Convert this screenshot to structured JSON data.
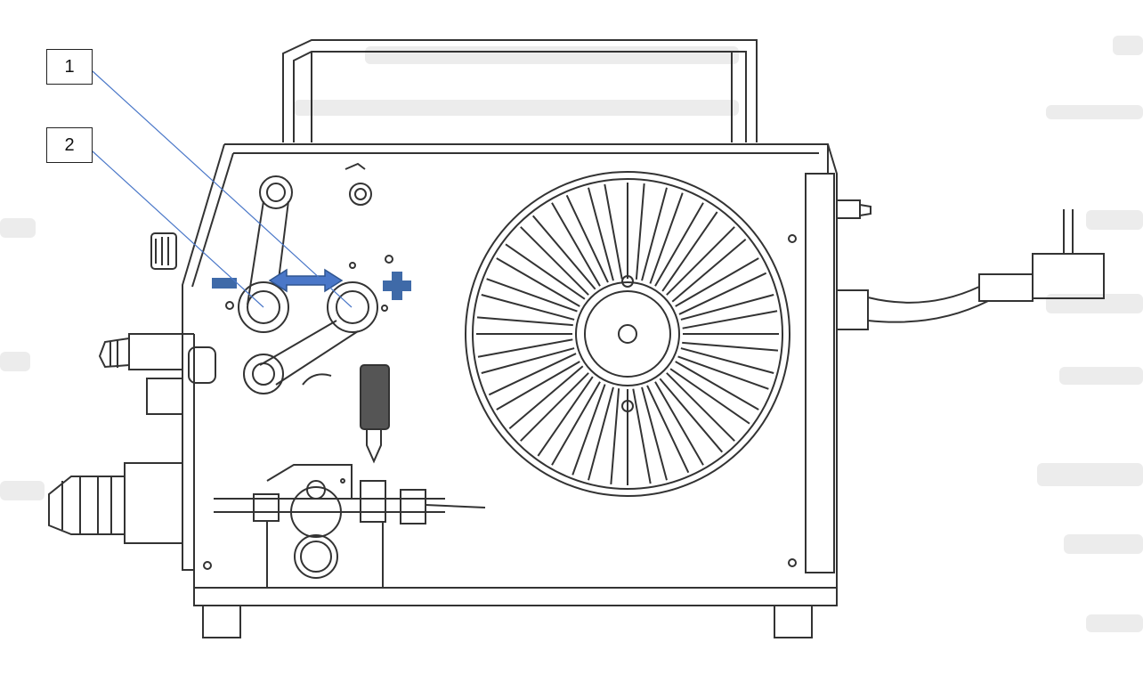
{
  "callouts": [
    {
      "id": "1",
      "label": "1"
    },
    {
      "id": "2",
      "label": "2"
    }
  ],
  "polarity": {
    "minus": "minus",
    "plus": "plus"
  },
  "colors": {
    "accent": "#3f6aa8",
    "leader_line": "#4a77c8",
    "drawing_line": "#333333",
    "background_ghost": "#e9e9e9"
  }
}
